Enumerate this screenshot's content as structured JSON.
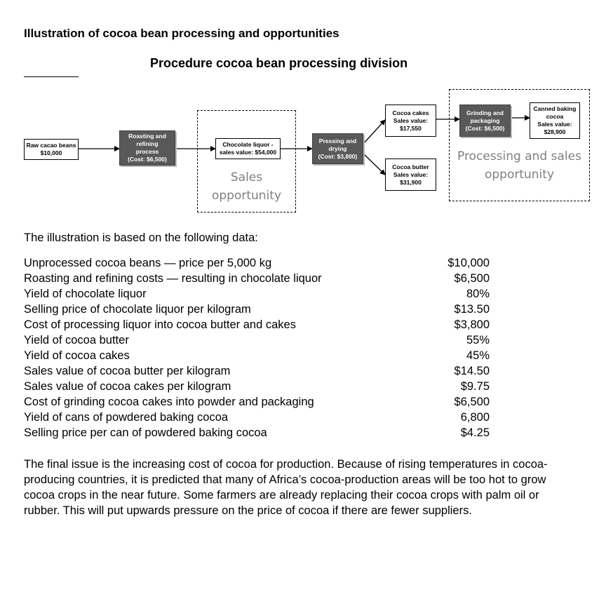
{
  "title": "Illustration of cocoa bean processing and opportunities",
  "subtitle": "Procedure cocoa bean processing division",
  "diagram": {
    "raw": [
      "Raw cacao beans",
      "$10,000"
    ],
    "roasting": [
      "Roasting and",
      "refining",
      "process",
      "(Cost: $6,500)"
    ],
    "liquor": [
      "Chocolate liquor -",
      "sales value: $54,000"
    ],
    "pressing": [
      "Pressing and",
      "drying",
      "(Cost: $3,800)"
    ],
    "cakes": [
      "Cocoa cakes",
      "Sales value:",
      "$17,550"
    ],
    "butter": [
      "Cocoa butter",
      "Sales value:",
      "$31,900"
    ],
    "grinding": [
      "Grinding and",
      "packaging",
      "(Cost: $6,500)"
    ],
    "canned": [
      "Canned baking",
      "cocoa",
      "Sales value:",
      "$28,900"
    ],
    "sales_opportunity": [
      "Sales",
      "opportunity"
    ],
    "processing_opportunity": [
      "Processing and sales",
      "opportunity"
    ]
  },
  "intro": "The illustration is based on the following data:",
  "data_rows": [
    {
      "label": "Unprocessed cocoa beans — price per 5,000 kg",
      "value": "$10,000"
    },
    {
      "label": "Roasting and refining costs — resulting in chocolate liquor",
      "value": "$6,500"
    },
    {
      "label": "Yield of chocolate liquor",
      "value": "80%"
    },
    {
      "label": "Selling price of chocolate liquor per kilogram",
      "value": "$13.50"
    },
    {
      "label": "Cost of processing liquor into cocoa butter and cakes",
      "value": "$3,800"
    },
    {
      "label": "Yield of cocoa butter",
      "value": "55%"
    },
    {
      "label": "Yield of cocoa cakes",
      "value": "45%"
    },
    {
      "label": "Sales value of cocoa butter per kilogram",
      "value": "$14.50"
    },
    {
      "label": "Sales value of cocoa cakes per kilogram",
      "value": "$9.75"
    },
    {
      "label": "Cost of grinding cocoa cakes into powder and packaging",
      "value": "$6,500"
    },
    {
      "label": "Yield of cans of powdered baking cocoa",
      "value": "6,800"
    },
    {
      "label": "Selling price per can of powdered baking cocoa",
      "value": "$4.25"
    }
  ],
  "paragraph": "The final issue is the increasing cost of cocoa for production. Because of rising temperatures in cocoa-producing countries, it is predicted that many of Africa’s cocoa-production areas will be too hot to grow cocoa crops in the near future. Some farmers are already replacing their cocoa crops with palm oil or rubber. This will put upwards pressure on the price of cocoa if there are fewer suppliers."
}
